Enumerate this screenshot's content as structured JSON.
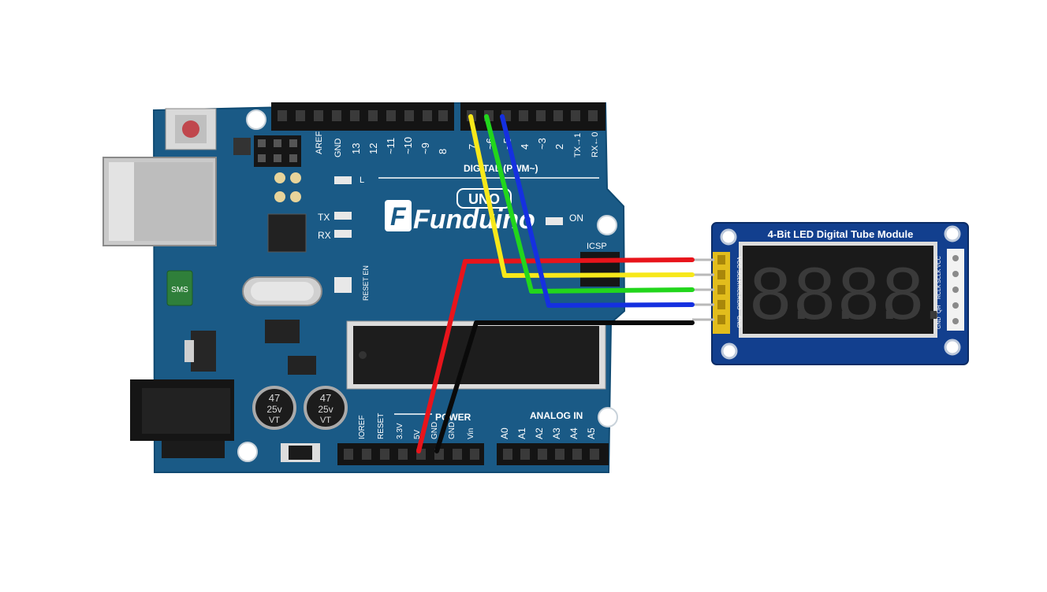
{
  "arduino": {
    "brand": "Funduino",
    "model": "UNO",
    "digital_label": "DIGITAL (PWM~)",
    "aref": "AREF",
    "gnd": "GND",
    "top_pins": [
      "13",
      "12",
      "~11",
      "~10",
      "~9",
      "8",
      "7",
      "~6",
      "~5",
      "4",
      "~3",
      "2",
      "TX→1",
      "RX←0"
    ],
    "tx": "TX",
    "rx": "RX",
    "l_label": "L",
    "on_label": "ON",
    "icsp_label": "ICSP",
    "reset_en": "RESET EN",
    "power_label": "POWER",
    "analog_label": "ANALOG IN",
    "power_pins": [
      "IOREF",
      "RESET",
      "3.3V",
      "5V",
      "GND",
      "GND",
      "Vin"
    ],
    "analog_pins": [
      "A0",
      "A1",
      "A2",
      "A3",
      "A4",
      "A5"
    ],
    "capacitor_text": [
      "47",
      "25v",
      "VT"
    ],
    "fuse_label": "SMS"
  },
  "module": {
    "title": "4-Bit LED Digital Tube Module",
    "input_pins": [
      "VCC",
      "SCLK",
      "RCLK",
      "DIO",
      "GND"
    ],
    "output_pins": [
      "VCC",
      "SCLK",
      "RCLK",
      "QH",
      "GND"
    ],
    "display_digits": [
      "8.",
      "8.",
      "8.",
      "8."
    ]
  },
  "colors": {
    "board": "#1a5a86",
    "module": "#123f8e",
    "wire_vcc": "#e8141b",
    "wire_sclk": "#f7e81a",
    "wire_rclk": "#22d61c",
    "wire_dio": "#1530e0",
    "wire_gnd": "#0a0a0a"
  }
}
